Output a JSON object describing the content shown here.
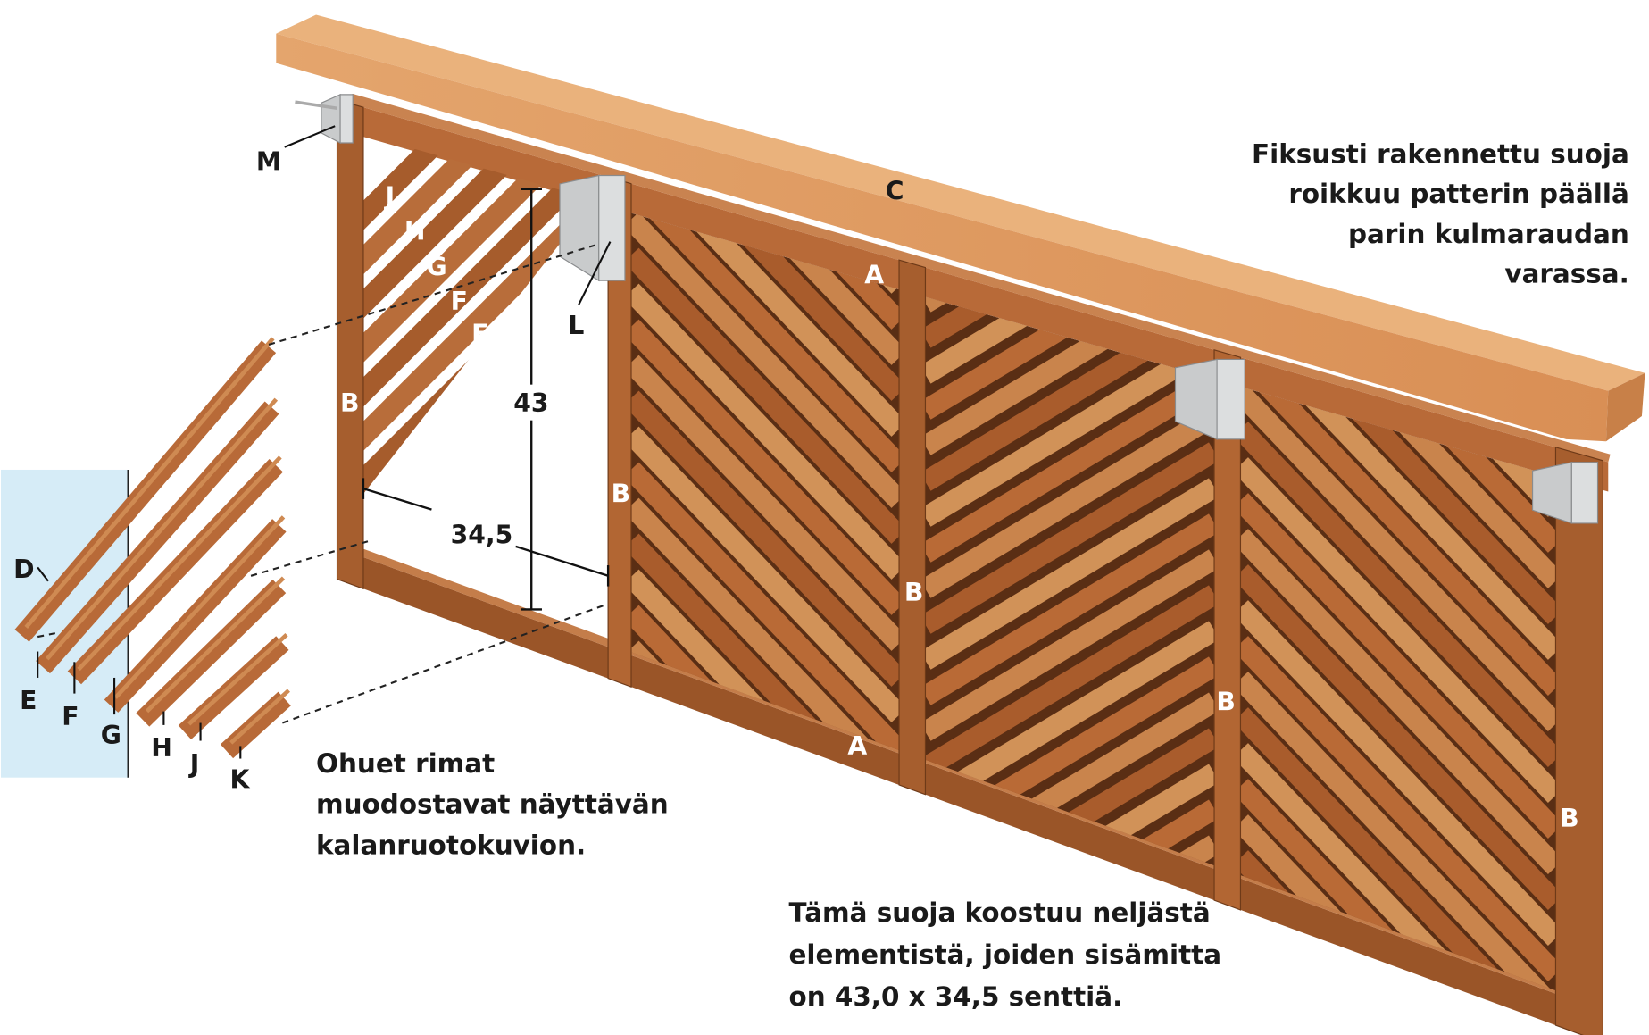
{
  "colors": {
    "wood_light": "#d9945a",
    "wood_mid": "#b86a38",
    "wood_dark": "#7a4020",
    "top_board": "#e0a268",
    "metal": "#c9cbcc",
    "highlight_box": "#d6ecf7"
  },
  "labels": {
    "A": "A",
    "B": "B",
    "C": "C",
    "D": "D",
    "E": "E",
    "F": "F",
    "G": "G",
    "H": "H",
    "J": "J",
    "K": "K",
    "L": "L",
    "M": "M"
  },
  "dimensions": {
    "height": "43",
    "width": "34,5"
  },
  "captions": {
    "top_right": [
      "Fiksusti rakennettu suoja",
      "roikkuu patterin päällä",
      "parin kulmaraudan",
      "varassa."
    ],
    "slats": [
      "Ohuet rimat",
      "muodostavat näyttävän",
      "kalanruotokuvion."
    ],
    "bottom": [
      "Tämä suoja koostuu neljästä",
      "elementistä, joiden sisämitta",
      "on 43,0 x 34,5 senttiä."
    ]
  }
}
